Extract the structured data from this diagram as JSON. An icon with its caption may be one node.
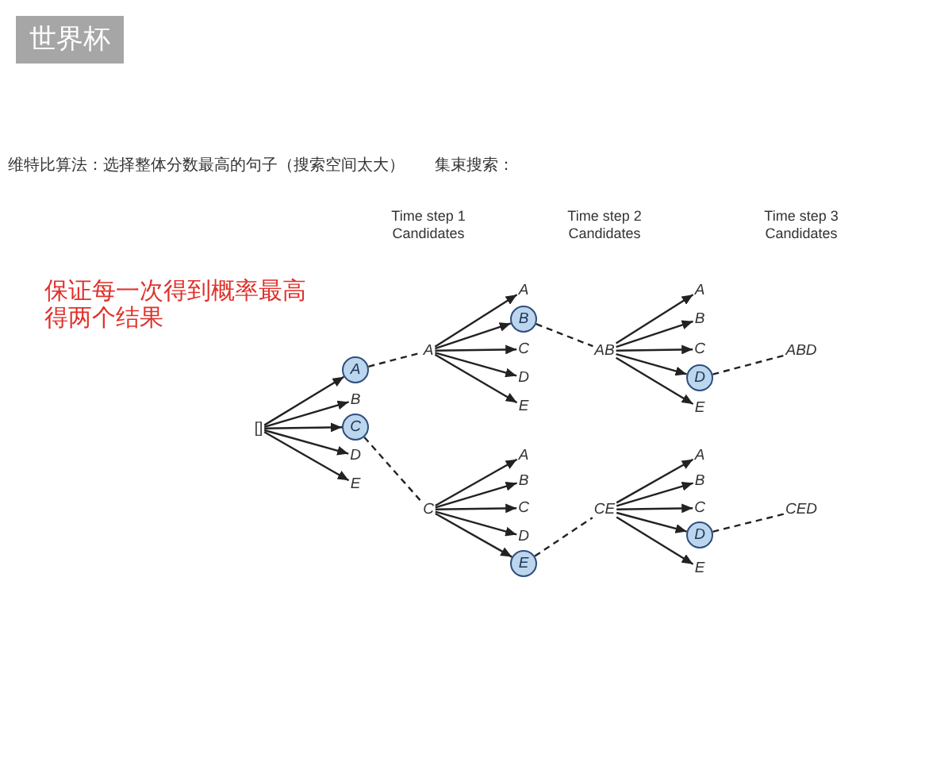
{
  "diagram": {
    "title": "世界杯",
    "nodes": [
      {
        "text": [
          "[]"
        ]
      },
      {
        "text": [
          "A"
        ]
      },
      {
        "text": [
          "B"
        ]
      },
      {
        "text": [
          "C"
        ]
      },
      {
        "text": [
          "D"
        ]
      },
      {
        "text": [
          "E"
        ]
      },
      {
        "text": [
          "A"
        ]
      },
      {
        "text": [
          "A"
        ]
      },
      {
        "text": [
          "B"
        ]
      },
      {
        "text": [
          "C"
        ]
      },
      {
        "text": [
          "D"
        ]
      },
      {
        "text": [
          "E"
        ]
      },
      {
        "text": [
          "C"
        ]
      },
      {
        "text": [
          "A"
        ]
      },
      {
        "text": [
          "B"
        ]
      },
      {
        "text": [
          "C"
        ]
      },
      {
        "text": [
          "D"
        ]
      },
      {
        "text": [
          "E"
        ]
      },
      {
        "text": [
          "AB"
        ]
      },
      {
        "text": [
          "A"
        ]
      },
      {
        "text": [
          "B"
        ]
      },
      {
        "text": [
          "C"
        ]
      },
      {
        "text": [
          "D"
        ]
      },
      {
        "text": [
          "E"
        ]
      },
      {
        "text": [
          "CE"
        ]
      },
      {
        "text": [
          "A"
        ]
      },
      {
        "text": [
          "B"
        ]
      },
      {
        "text": [
          "C"
        ]
      },
      {
        "text": [
          "D"
        ]
      },
      {
        "text": [
          "E"
        ]
      },
      {
        "text": [
          "ABD"
        ]
      },
      {
        "text": [
          "CED"
        ]
      }
    ],
    "edges": [
      {
        "from": 0,
        "to": 1,
        "arrow": "to"
      },
      {
        "from": 0,
        "to": 2,
        "arrow": "to"
      },
      {
        "from": 0,
        "to": 3,
        "arrow": "to"
      },
      {
        "from": 0,
        "to": 4,
        "arrow": "to"
      },
      {
        "from": 0,
        "to": 5,
        "arrow": "to"
      },
      {
        "from": 1,
        "to": 6,
        "arrow": "none",
        "style": "dashed"
      },
      {
        "from": 3,
        "to": 12,
        "arrow": "none",
        "style": "dashed"
      },
      {
        "from": 6,
        "to": 7,
        "arrow": "to"
      },
      {
        "from": 6,
        "to": 8,
        "arrow": "to"
      },
      {
        "from": 6,
        "to": 9,
        "arrow": "to"
      },
      {
        "from": 6,
        "to": 10,
        "arrow": "to"
      },
      {
        "from": 6,
        "to": 11,
        "arrow": "to"
      },
      {
        "from": 12,
        "to": 13,
        "arrow": "to"
      },
      {
        "from": 12,
        "to": 14,
        "arrow": "to"
      },
      {
        "from": 12,
        "to": 15,
        "arrow": "to"
      },
      {
        "from": 12,
        "to": 16,
        "arrow": "to"
      },
      {
        "from": 12,
        "to": 17,
        "arrow": "to"
      },
      {
        "from": 8,
        "to": 18,
        "arrow": "none",
        "style": "dashed"
      },
      {
        "from": 17,
        "to": 24,
        "arrow": "none",
        "style": "dashed"
      },
      {
        "from": 18,
        "to": 19,
        "arrow": "to"
      },
      {
        "from": 18,
        "to": 20,
        "arrow": "to"
      },
      {
        "from": 18,
        "to": 21,
        "arrow": "to"
      },
      {
        "from": 18,
        "to": 22,
        "arrow": "to"
      },
      {
        "from": 18,
        "to": 23,
        "arrow": "to"
      },
      {
        "from": 24,
        "to": 25,
        "arrow": "to"
      },
      {
        "from": 24,
        "to": 26,
        "arrow": "to"
      },
      {
        "from": 24,
        "to": 27,
        "arrow": "to"
      },
      {
        "from": 24,
        "to": 28,
        "arrow": "to"
      },
      {
        "from": 24,
        "to": 29,
        "arrow": "to"
      },
      {
        "from": 22,
        "to": 30,
        "arrow": "none",
        "style": "dashed"
      },
      {
        "from": 28,
        "to": 31,
        "arrow": "none",
        "style": "dashed"
      }
    ],
    "labels": [
      "维特比算法：选择整体分数最高的句子（搜索空间太大）",
      "集束搜索：",
      "Time step 1 Candidates",
      "Time step 2 Candidates",
      "Time step 3 Candidates",
      "保证每一次得到概率最高得两个结果"
    ]
  }
}
